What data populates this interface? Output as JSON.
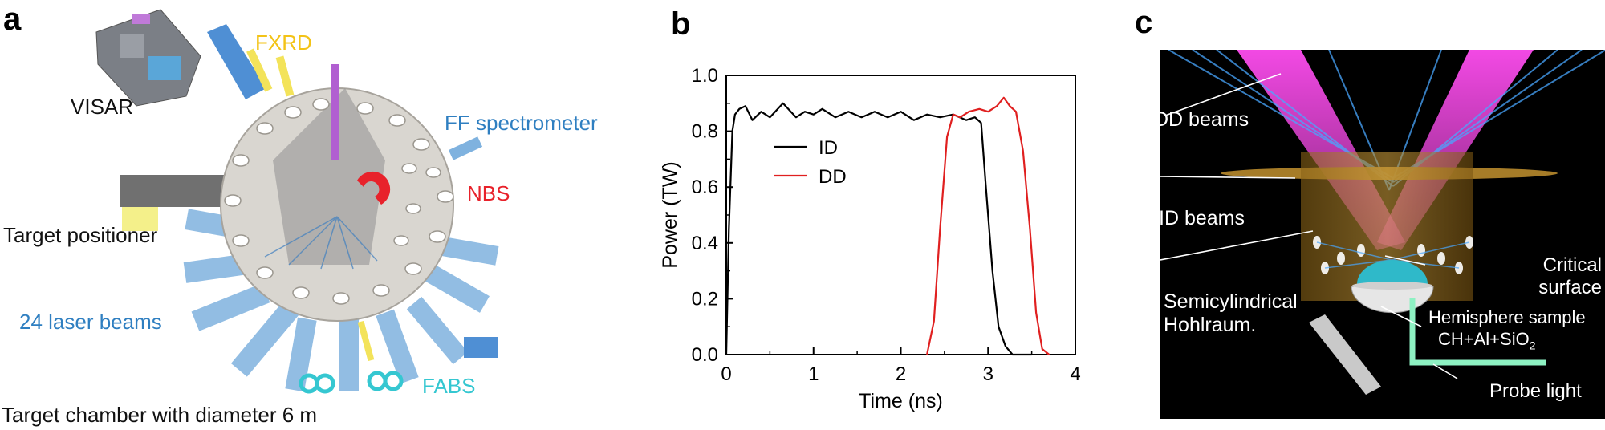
{
  "panels": {
    "a": {
      "letter": "a",
      "labels": {
        "visar": "VISAR",
        "fxrd": "FXRD",
        "ff": "FF spectrometer",
        "nbs": "NBS",
        "positioner": "Target positioner",
        "beams": "24 laser beams",
        "fabs": "FABS",
        "chamber": "Target chamber with diameter 6 m"
      },
      "colors": {
        "ff": "#2f7fc1",
        "nbs": "#e8222b",
        "fxrd": "#f3c317",
        "beams": "#2f7fc1",
        "fabs": "#35c7d1"
      }
    },
    "b": {
      "letter": "b",
      "legend": {
        "id": "ID",
        "dd": "DD"
      }
    },
    "c": {
      "letter": "c",
      "labels": {
        "dd_beams": "DD beams",
        "id_beams": "ID beams",
        "critical_1": "Critical",
        "critical_2": "surface",
        "semi_1": "Semicylindrical",
        "semi_2": "Hohlraum.",
        "hemisphere": "Hemisphere sample",
        "composition_a": "CH+Al+SiO",
        "composition_sub": "2",
        "probe": "Probe light"
      }
    }
  },
  "chart_data": {
    "type": "line",
    "xlabel": "Time (ns)",
    "ylabel": "Power (TW)",
    "xlim": [
      0,
      4
    ],
    "ylim": [
      0,
      1.0
    ],
    "xticks": [
      "0",
      "1",
      "2",
      "3",
      "4"
    ],
    "yticks": [
      "0.0",
      "0.2",
      "0.4",
      "0.6",
      "0.8",
      "1.0"
    ],
    "legend_position": "upper-left",
    "series": [
      {
        "name": "ID",
        "color": "#000000",
        "x": [
          0,
          0.03,
          0.07,
          0.1,
          0.15,
          0.22,
          0.3,
          0.4,
          0.5,
          0.65,
          0.8,
          0.9,
          1.0,
          1.1,
          1.25,
          1.4,
          1.55,
          1.7,
          1.85,
          2.0,
          2.15,
          2.3,
          2.45,
          2.6,
          2.75,
          2.85,
          2.92,
          2.97,
          3.05,
          3.12,
          3.2,
          3.28,
          3.5
        ],
        "y": [
          0,
          0.45,
          0.8,
          0.86,
          0.88,
          0.89,
          0.84,
          0.87,
          0.85,
          0.9,
          0.85,
          0.87,
          0.86,
          0.88,
          0.85,
          0.87,
          0.85,
          0.87,
          0.85,
          0.87,
          0.84,
          0.86,
          0.85,
          0.86,
          0.84,
          0.85,
          0.83,
          0.62,
          0.3,
          0.1,
          0.03,
          0.0,
          0.0
        ]
      },
      {
        "name": "DD",
        "color": "#e02020",
        "x": [
          2.3,
          2.38,
          2.45,
          2.53,
          2.6,
          2.68,
          2.78,
          2.9,
          3.0,
          3.1,
          3.18,
          3.25,
          3.32,
          3.4,
          3.48,
          3.55,
          3.62,
          3.7
        ],
        "y": [
          0.0,
          0.12,
          0.45,
          0.78,
          0.86,
          0.85,
          0.87,
          0.88,
          0.87,
          0.89,
          0.92,
          0.89,
          0.87,
          0.73,
          0.45,
          0.15,
          0.02,
          0.0
        ]
      }
    ]
  }
}
